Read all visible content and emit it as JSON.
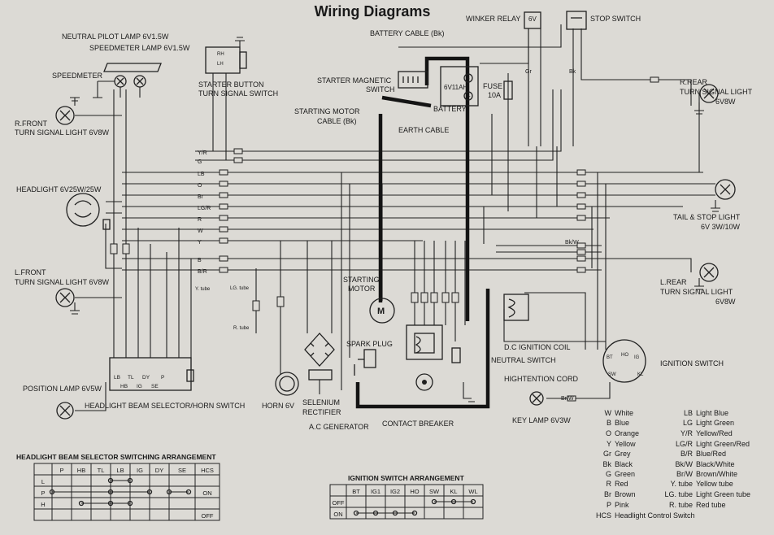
{
  "title": "Wiring Diagrams",
  "labels": {
    "neutral_pilot": "NEUTRAL PILOT LAMP 6V1.5W",
    "speedometer_lamp": "SPEEDMETER LAMP 6V1.5W",
    "speedometer": "SPEEDMETER",
    "starter_button_1": "STARTER BUTTON",
    "starter_button_2": "TURN SIGNAL SWITCH",
    "battery_cable": "BATTERY CABLE (Bk)",
    "starter_mag_1": "STARTER MAGNETIC",
    "starter_mag_2": "SWITCH",
    "battery_6v": "6V11AH",
    "battery": "BATTERY",
    "fuse_1": "FUSE",
    "fuse_2": "10A",
    "winker_relay": "WINKER RELAY",
    "winker_6v": "6V",
    "stop_switch": "STOP SWITCH",
    "starting_motor_cable_1": "STARTING MOTOR",
    "starting_motor_cable_2": "CABLE (Bk)",
    "earth_cable": "EARTH CABLE",
    "r_front_1": "R.FRONT",
    "r_front_2": "TURN SIGNAL LIGHT 6V8W",
    "r_rear_1": "R.REAR",
    "r_rear_2": "TURN SIGNAL LIGHT",
    "r_rear_3": "6V8W",
    "headlight": "HEADLIGHT 6V25W/25W",
    "tail_stop_1": "TAIL & STOP LIGHT",
    "tail_stop_2": "6V 3W/10W",
    "l_front_1": "L.FRONT",
    "l_front_2": "TURN SIGNAL LIGHT 6V8W",
    "l_rear_1": "L.REAR",
    "l_rear_2": "TURN SIGNAL LIGHT",
    "l_rear_3": "6V8W",
    "y_tube": "Y. tube",
    "lg_tube": "LG. tube",
    "r_tube": "R. tube",
    "starting_motor_1": "STARTING",
    "starting_motor_2": "MOTOR",
    "spark_plug": "SPARK PLUG",
    "dc_ignition_coil": "D.C IGNITION COIL",
    "neutral_switch": "NEUTRAL SWITCH",
    "hightention_cord": "HIGHTENTION CORD",
    "ignition_switch": "IGNITION SWITCH",
    "position_lamp": "POSITION LAMP 6V5W",
    "hl_beam_selector": "HEADLIGHT BEAM SELECTOR/HORN SWITCH",
    "horn": "HORN 6V",
    "selenium_1": "SELENIUM",
    "selenium_2": "RECTIFIER",
    "ac_generator": "A.C GENERATOR",
    "contact_breaker": "CONTACT BREAKER",
    "key_lamp": "KEY LAMP 6V3W"
  },
  "wire_codes": [
    "Y/R",
    "G",
    "LB",
    "O",
    "Br",
    "LG/R",
    "R",
    "W",
    "Y",
    "B",
    "B/R",
    "Bk/W",
    "Br/W",
    "Gr",
    "Bk"
  ],
  "switch_terms": {
    "starter": [
      "RH",
      "LH"
    ],
    "selector": [
      "LB",
      "TL",
      "DY",
      "P",
      "HB",
      "IG",
      "SE"
    ],
    "ignition": [
      "BT",
      "HO",
      "IG",
      "SW",
      "KL"
    ]
  },
  "legend": [
    {
      "code": "W",
      "name": "White"
    },
    {
      "code": "B",
      "name": "Blue"
    },
    {
      "code": "O",
      "name": "Orange"
    },
    {
      "code": "Y",
      "name": "Yellow"
    },
    {
      "code": "Gr",
      "name": "Grey"
    },
    {
      "code": "Bk",
      "name": "Black"
    },
    {
      "code": "G",
      "name": "Green"
    },
    {
      "code": "R",
      "name": "Red"
    },
    {
      "code": "Br",
      "name": "Brown"
    },
    {
      "code": "P",
      "name": "Pink"
    },
    {
      "code": "HCS",
      "name": "Headlight Control Switch"
    },
    {
      "code": "LB",
      "name": "Light Blue"
    },
    {
      "code": "LG",
      "name": "Light Green"
    },
    {
      "code": "Y/R",
      "name": "Yellow/Red"
    },
    {
      "code": "LG/R",
      "name": "Light Green/Red"
    },
    {
      "code": "B/R",
      "name": "Blue/Red"
    },
    {
      "code": "Bk/W",
      "name": "Black/White"
    },
    {
      "code": "Br/W",
      "name": "Brown/White"
    },
    {
      "code": "Y. tube",
      "name": "Yellow tube"
    },
    {
      "code": "LG. tube",
      "name": "Light Green tube"
    },
    {
      "code": "R. tube",
      "name": "Red tube"
    }
  ],
  "beam_table": {
    "title": "HEADLIGHT BEAM SELECTOR SWITCHING ARRANGEMENT",
    "headers": [
      "",
      "P",
      "HB",
      "TL",
      "LB",
      "IG",
      "DY",
      "SE",
      "HCS"
    ],
    "rows": [
      "L",
      "P",
      "H"
    ],
    "on": "ON",
    "off": "OFF"
  },
  "ign_table": {
    "title": "IGNITION SWITCH ARRANGEMENT",
    "headers": [
      "",
      "BT",
      "IG1",
      "IG2",
      "HO",
      "SW",
      "KL",
      "WL"
    ],
    "rows": [
      "OFF",
      "ON"
    ]
  }
}
